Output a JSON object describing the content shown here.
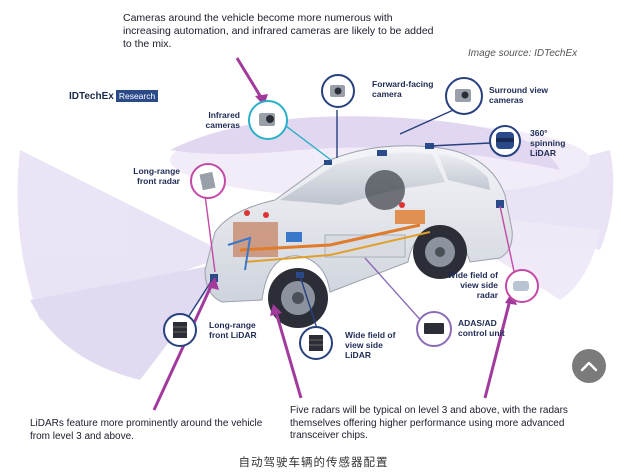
{
  "captions": {
    "top": "Cameras around the vehicle become more numerous with increasing automation, and infrared cameras are likely to be added to the mix.",
    "bottom_left": "LiDARs feature more prominently around the vehicle from level 3 and above.",
    "bottom_right": "Five radars will be typical on level 3 and above, with the radars themselves offering higher performance using more advanced transceiver chips.",
    "chinese_caption": "自动驾驶车辆的传感器配置"
  },
  "image_source": "Image source: IDTechEx",
  "brand": {
    "name": "IDTechEx",
    "tag": "Research"
  },
  "labels": {
    "infrared_cameras": "Infrared cameras",
    "forward_facing_camera": "Forward-facing camera",
    "surround_view_cameras": "Surround view cameras",
    "spinning_lidar": "360° spinning LiDAR",
    "long_range_front_radar": "Long-range front radar",
    "wide_fov_side_radar": "Wide field of view side radar",
    "adas_control_unit": "ADAS/AD control unit",
    "long_range_front_lidar": "Long-range front LiDAR",
    "wide_fov_side_lidar": "Wide field of view side LiDAR"
  },
  "colors": {
    "arrow_magenta": "#a23a9c",
    "ring_teal": "#2ab0c8",
    "ring_navy": "#27407e",
    "ring_purple": "#8b6bb5",
    "ring_pink": "#c24aa6",
    "wedge_lavender": "#cbbde6",
    "scroll_button": "#7b7b7b"
  },
  "scroll_button": {
    "icon": "chevron-up-icon"
  }
}
